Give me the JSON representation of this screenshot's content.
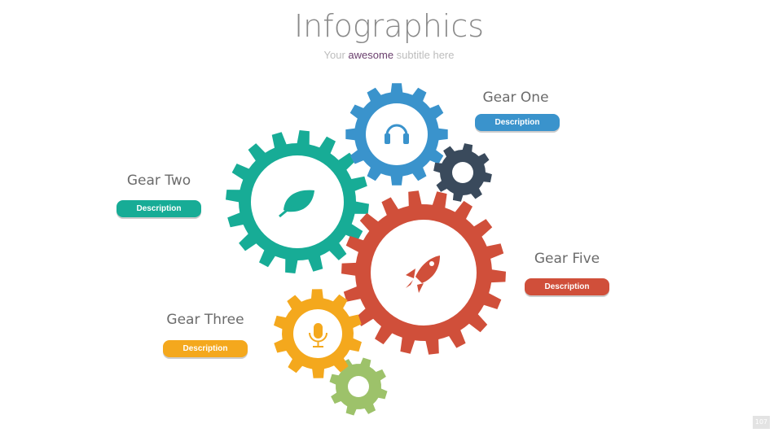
{
  "title": "Infographics",
  "subtitle": {
    "pre": "Your ",
    "highlight": "awesome",
    "post": " subtitle here"
  },
  "gears": [
    {
      "label": "Gear One",
      "button": "Description",
      "color": "#3a93cc",
      "icon": "headphones-icon"
    },
    {
      "label": "Gear Two",
      "button": "Description",
      "color": "#17ac96",
      "icon": "leaf-icon"
    },
    {
      "label": "Gear Three",
      "button": "Description",
      "color": "#f4a81d",
      "icon": "microphone-icon"
    },
    {
      "label": "Gear Five",
      "button": "Description",
      "color": "#d04f3a",
      "icon": "rocket-icon"
    }
  ],
  "extra_gears": {
    "dark": "#3a4a5c",
    "green": "#9dc26a"
  },
  "page_number": "107"
}
